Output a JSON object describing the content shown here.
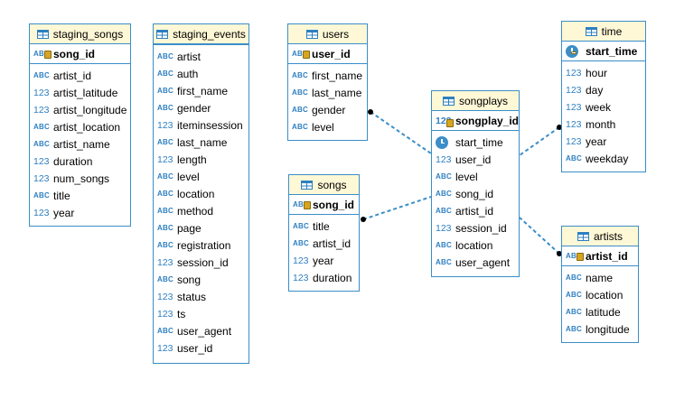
{
  "entities": {
    "staging_songs": {
      "title": "staging_songs",
      "pk": {
        "name": "song_id",
        "type": "ABC"
      },
      "columns": [
        {
          "name": "artist_id",
          "type": "ABC"
        },
        {
          "name": "artist_latitude",
          "type": "123"
        },
        {
          "name": "artist_longitude",
          "type": "123"
        },
        {
          "name": "artist_location",
          "type": "ABC"
        },
        {
          "name": "artist_name",
          "type": "ABC"
        },
        {
          "name": "duration",
          "type": "123"
        },
        {
          "name": "num_songs",
          "type": "123"
        },
        {
          "name": "title",
          "type": "ABC"
        },
        {
          "name": "year",
          "type": "123"
        }
      ]
    },
    "staging_events": {
      "title": "staging_events",
      "columns": [
        {
          "name": "artist",
          "type": "ABC"
        },
        {
          "name": "auth",
          "type": "ABC"
        },
        {
          "name": "first_name",
          "type": "ABC"
        },
        {
          "name": "gender",
          "type": "ABC"
        },
        {
          "name": "iteminsession",
          "type": "123"
        },
        {
          "name": "last_name",
          "type": "ABC"
        },
        {
          "name": "length",
          "type": "123"
        },
        {
          "name": "level",
          "type": "ABC"
        },
        {
          "name": "location",
          "type": "ABC"
        },
        {
          "name": "method",
          "type": "ABC"
        },
        {
          "name": "page",
          "type": "ABC"
        },
        {
          "name": "registration",
          "type": "ABC"
        },
        {
          "name": "session_id",
          "type": "123"
        },
        {
          "name": "song",
          "type": "ABC"
        },
        {
          "name": "status",
          "type": "123"
        },
        {
          "name": "ts",
          "type": "123"
        },
        {
          "name": "user_agent",
          "type": "ABC"
        },
        {
          "name": "user_id",
          "type": "123"
        }
      ]
    },
    "users": {
      "title": "users",
      "pk": {
        "name": "user_id",
        "type": "ABC"
      },
      "columns": [
        {
          "name": "first_name",
          "type": "ABC"
        },
        {
          "name": "last_name",
          "type": "ABC"
        },
        {
          "name": "gender",
          "type": "ABC"
        },
        {
          "name": "level",
          "type": "ABC"
        }
      ]
    },
    "songs": {
      "title": "songs",
      "pk": {
        "name": "song_id",
        "type": "ABC"
      },
      "columns": [
        {
          "name": "title",
          "type": "ABC"
        },
        {
          "name": "artist_id",
          "type": "ABC"
        },
        {
          "name": "year",
          "type": "123"
        },
        {
          "name": "duration",
          "type": "123"
        }
      ]
    },
    "songplays": {
      "title": "songplays",
      "pk": {
        "name": "songplay_id",
        "type": "123"
      },
      "columns": [
        {
          "name": "start_time",
          "type": "clock"
        },
        {
          "name": "user_id",
          "type": "123"
        },
        {
          "name": "level",
          "type": "ABC"
        },
        {
          "name": "song_id",
          "type": "ABC"
        },
        {
          "name": "artist_id",
          "type": "ABC"
        },
        {
          "name": "session_id",
          "type": "123"
        },
        {
          "name": "location",
          "type": "ABC"
        },
        {
          "name": "user_agent",
          "type": "ABC"
        }
      ]
    },
    "time": {
      "title": "time",
      "pk": {
        "name": "start_time",
        "type": "clock"
      },
      "columns": [
        {
          "name": "hour",
          "type": "123"
        },
        {
          "name": "day",
          "type": "123"
        },
        {
          "name": "week",
          "type": "123"
        },
        {
          "name": "month",
          "type": "123"
        },
        {
          "name": "year",
          "type": "123"
        },
        {
          "name": "weekday",
          "type": "ABC"
        }
      ]
    },
    "artists": {
      "title": "artists",
      "pk": {
        "name": "artist_id",
        "type": "ABC"
      },
      "columns": [
        {
          "name": "name",
          "type": "ABC"
        },
        {
          "name": "location",
          "type": "ABC"
        },
        {
          "name": "latitude",
          "type": "ABC"
        },
        {
          "name": "longitude",
          "type": "ABC"
        }
      ]
    }
  },
  "relationships": [
    {
      "from": "users",
      "to": "songplays"
    },
    {
      "from": "songs",
      "to": "songplays"
    },
    {
      "from": "time",
      "to": "songplays"
    },
    {
      "from": "artists",
      "to": "songplays"
    }
  ],
  "colors": {
    "border": "#3b8ec8",
    "header_bg": "#fff8d6",
    "link": "#3b8ec8",
    "type_icon": "#2d7fc1"
  }
}
